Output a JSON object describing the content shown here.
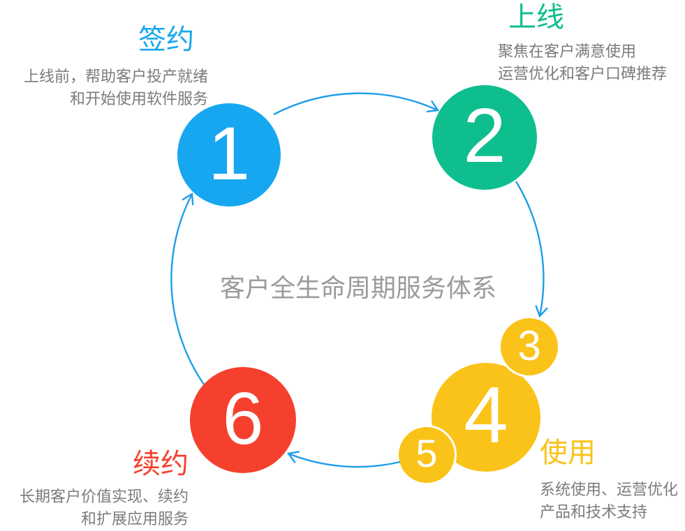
{
  "center_title": "客户全生命周期服务体系",
  "colors": {
    "blue": "#17a7f0",
    "green": "#0fbe8e",
    "yellow": "#fac319",
    "red": "#f5402d",
    "arrow": "#1f9de9",
    "center_text": "#9b9b9b",
    "body_text": "#7b7b7b"
  },
  "stages": [
    {
      "number": "1",
      "label": "签约",
      "color": "#17a7f0",
      "desc": [
        "上线前，帮助客户投产就绪",
        "和开始使用软件服务"
      ]
    },
    {
      "number": "2",
      "label": "上线",
      "color": "#0fbe8e",
      "desc": [
        "聚焦在客户满意使用",
        "运营优化和客户口碑推荐"
      ]
    },
    {
      "number": "3",
      "color": "#fac319"
    },
    {
      "number": "4",
      "label": "使用",
      "color": "#fac319",
      "desc": [
        "系统使用、运营优化",
        "产品和技术支持"
      ]
    },
    {
      "number": "5",
      "color": "#fac319"
    },
    {
      "number": "6",
      "label": "续约",
      "color": "#f5402d",
      "desc": [
        "长期客户价值实现、续约",
        "和扩展应用服务"
      ]
    }
  ]
}
